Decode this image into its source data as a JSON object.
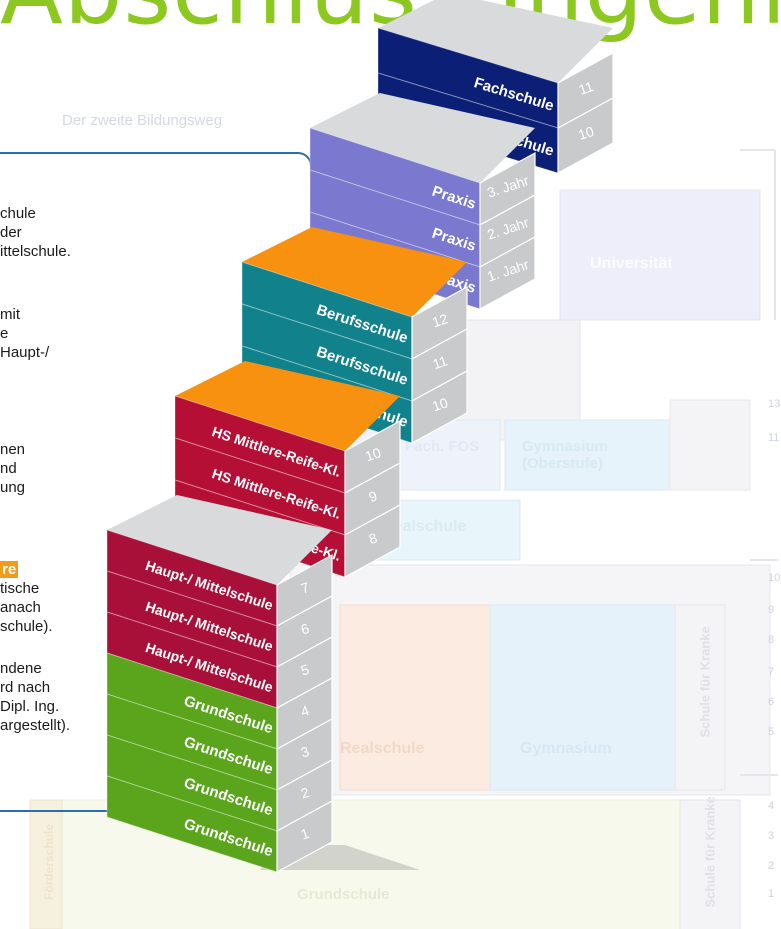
{
  "title": "Abschluss Ingenieur",
  "background": {
    "subtitle": "Der zweite Bildungsweg",
    "labels": {
      "universitaet": "Universität",
      "fachoberschule": "Fach. FOS",
      "gymnasium_oberstufe": "Gymnasium (Oberstufe)",
      "realschule_upper": "Realschule",
      "realschule": "Realschule",
      "gymnasium": "Gymnasium",
      "schule_fuer_kranke_1": "Schule für Kranke",
      "schule_fuer_kranke_2": "Schule für Kranke",
      "grundschule": "Grundschule",
      "foerderschule": "Förderschule"
    },
    "ticks": [
      "13",
      "11",
      "10",
      "9",
      "8",
      "7",
      "6",
      "5",
      "4",
      "3",
      "2",
      "1"
    ]
  },
  "textbox": {
    "lines": [
      "chule",
      "der",
      "ittelschule.",
      "mit",
      "e",
      "Haupt-/",
      "nen",
      "nd",
      "ung",
      "re",
      "tische",
      "anach",
      "schule).",
      "ndene",
      "rd nach",
      "Dipl. Ing.",
      "argestellt)."
    ]
  },
  "staircase": {
    "steps": [
      {
        "label": "Fachschule",
        "num": "11",
        "color": "#0c1f76"
      },
      {
        "label": "Fachschule",
        "num": "10",
        "color": "#0c1f76"
      },
      {
        "label": "Praxis",
        "num": "3. Jahr",
        "color": "#7b78cf"
      },
      {
        "label": "Praxis",
        "num": "2. Jahr",
        "color": "#7b78cf"
      },
      {
        "label": "Praxis",
        "num": "1. Jahr",
        "color": "#7b78cf"
      },
      {
        "label": "Berufsschule",
        "num": "12",
        "color": "#11828c"
      },
      {
        "label": "Berufsschule",
        "num": "11",
        "color": "#11828c"
      },
      {
        "label": "Berufsschule",
        "num": "10",
        "color": "#11828c"
      },
      {
        "label": "HS Mittlere-Reife-Kl.",
        "num": "10",
        "color": "#b50f35"
      },
      {
        "label": "HS Mittlere-Reife-Kl.",
        "num": "9",
        "color": "#b50f35"
      },
      {
        "label": "HS Mittlere-Reife-Kl.",
        "num": "8",
        "color": "#b50f35"
      },
      {
        "label": "Haupt-/ Mittelschule",
        "num": "7",
        "color": "#a8103a"
      },
      {
        "label": "Haupt-/ Mittelschule",
        "num": "6",
        "color": "#a8103a"
      },
      {
        "label": "Haupt-/ Mittelschule",
        "num": "5",
        "color": "#a8103a"
      },
      {
        "label": "Grundschule",
        "num": "4",
        "color": "#5aa51b"
      },
      {
        "label": "Grundschule",
        "num": "3",
        "color": "#5aa51b"
      },
      {
        "label": "Grundschule",
        "num": "2",
        "color": "#5aa51b"
      },
      {
        "label": "Grundschule",
        "num": "1",
        "color": "#5aa51b"
      }
    ],
    "colors": {
      "top_grey": "#d9dadb",
      "top_orange": "#f7910f",
      "side_grey": "#c9cacb",
      "side_text": "#ffffff"
    }
  }
}
